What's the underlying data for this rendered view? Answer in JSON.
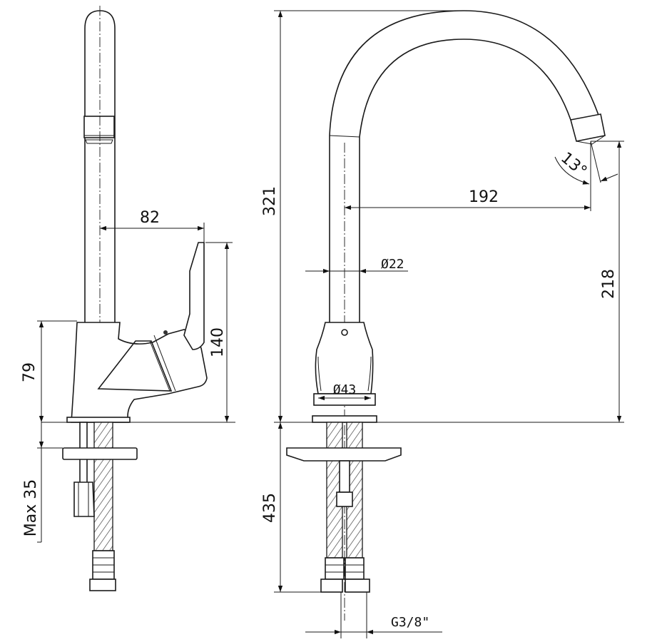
{
  "dimensions": {
    "side_spout_reach": "82",
    "side_handle_height": "140",
    "side_body_height": "79",
    "side_max_thickness": "Max 35",
    "front_total_height": "321",
    "front_reach": "192",
    "front_outlet_height": "218",
    "front_angle": "13°",
    "front_tube_diameter": "Ø22",
    "front_body_diameter": "Ø43",
    "front_hose_length": "435",
    "front_thread": "G3/8\""
  },
  "colors": {
    "line": "#1a1a1a",
    "background": "#ffffff"
  }
}
